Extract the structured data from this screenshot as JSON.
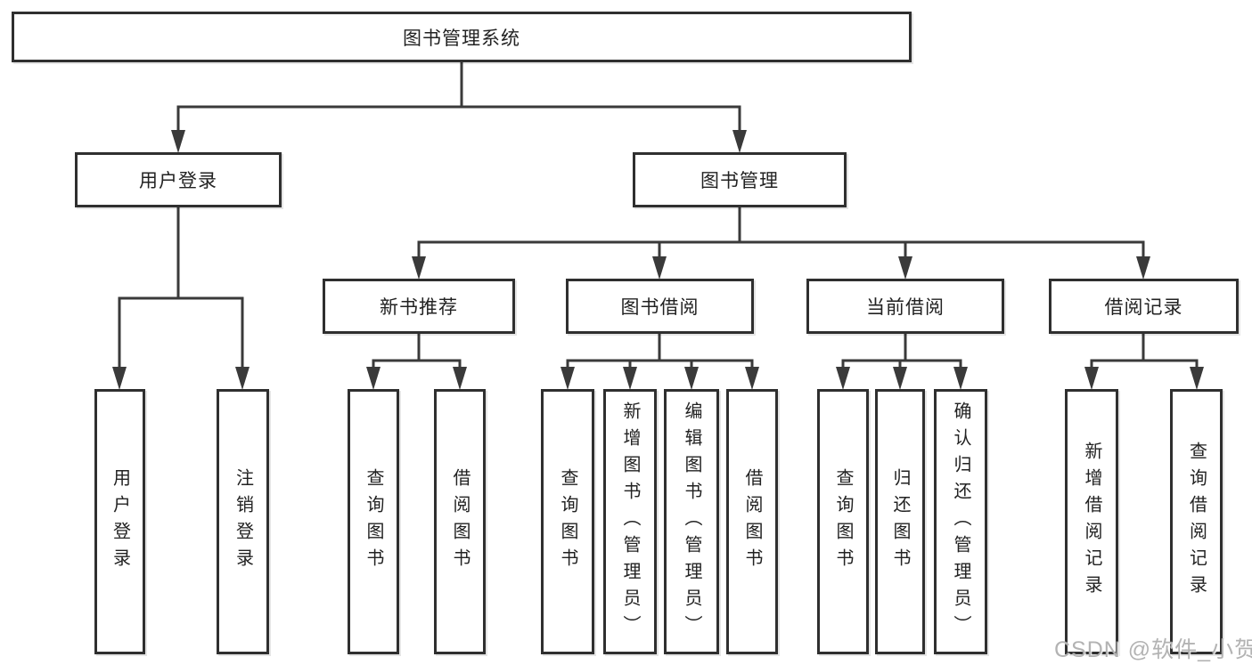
{
  "watermark": "CSDN @软件_小贺同学",
  "colors": {
    "line": "#3a3a3a",
    "box_border": "#2f2f2f",
    "text": "#222222",
    "watermark": "#acacac",
    "background": "#ffffff"
  },
  "tree": {
    "root": {
      "label": "图书管理系统"
    },
    "branches": [
      {
        "label": "用户登录",
        "children": [
          {
            "label": "用户登录"
          },
          {
            "label": "注销登录"
          }
        ]
      },
      {
        "label": "图书管理",
        "groups": [
          {
            "label": "新书推荐",
            "children": [
              {
                "label": "查询图书"
              },
              {
                "label": "借阅图书"
              }
            ]
          },
          {
            "label": "图书借阅",
            "children": [
              {
                "label": "查询图书"
              },
              {
                "label": "新增图书（管理员）"
              },
              {
                "label": "编辑图书（管理员）"
              },
              {
                "label": "借阅图书"
              }
            ]
          },
          {
            "label": "当前借阅",
            "children": [
              {
                "label": "查询图书"
              },
              {
                "label": "归还图书"
              },
              {
                "label": "确认归还（管理员）"
              }
            ]
          },
          {
            "label": "借阅记录",
            "children": [
              {
                "label": "新增借阅记录"
              },
              {
                "label": "查询借阅记录"
              }
            ]
          }
        ]
      }
    ]
  }
}
